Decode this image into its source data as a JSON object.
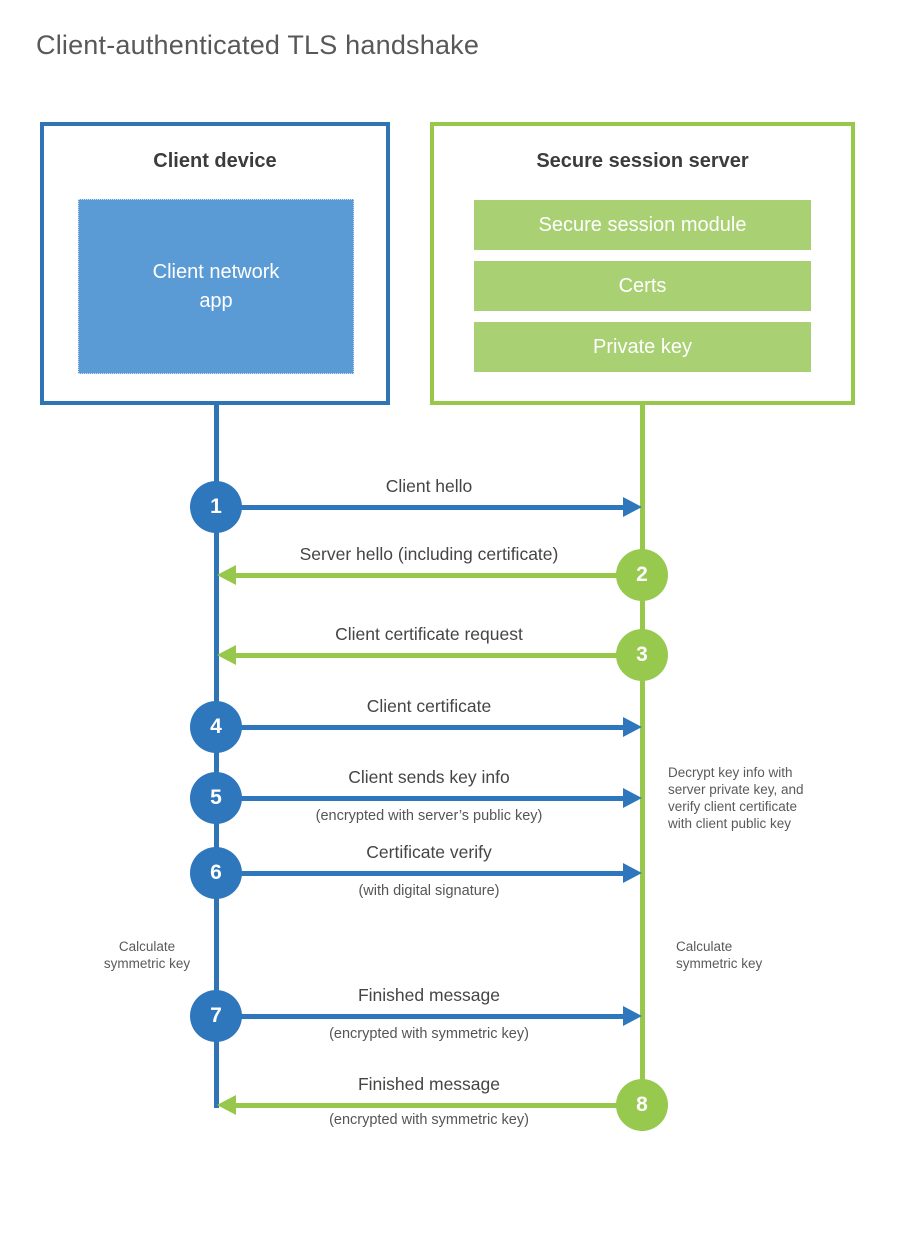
{
  "title": "Client-authenticated TLS handshake",
  "client_box": {
    "title": "Client device",
    "app_lines": [
      "Client network",
      "app"
    ]
  },
  "server_box": {
    "title": "Secure session server",
    "modules": [
      "Secure session module",
      "Certs",
      "Private key"
    ]
  },
  "messages": [
    {
      "num": "1",
      "label": "Client hello",
      "sub": "",
      "direction": "right",
      "color": "blue"
    },
    {
      "num": "2",
      "label": "Server hello (including certificate)",
      "sub": "",
      "direction": "left",
      "color": "green"
    },
    {
      "num": "3",
      "label": "Client certificate request",
      "sub": "",
      "direction": "left",
      "color": "green"
    },
    {
      "num": "4",
      "label": "Client certificate",
      "sub": "",
      "direction": "right",
      "color": "blue"
    },
    {
      "num": "5",
      "label": "Client sends key info",
      "sub": "(encrypted with server’s public key)",
      "direction": "right",
      "color": "blue"
    },
    {
      "num": "6",
      "label": "Certificate verify",
      "sub": "(with digital signature)",
      "direction": "right",
      "color": "blue"
    },
    {
      "num": "7",
      "label": "Finished message",
      "sub": "(encrypted with symmetric key)",
      "direction": "right",
      "color": "blue"
    },
    {
      "num": "8",
      "label": "Finished message",
      "sub": "(encrypted with symmetric key)",
      "direction": "left",
      "color": "green"
    }
  ],
  "annotations": {
    "decrypt_lines": [
      "Decrypt key info with",
      "server private key, and",
      "verify client certificate",
      "with client public key"
    ],
    "calc_left_lines": [
      "Calculate",
      "symmetric key"
    ],
    "calc_right_lines": [
      "Calculate",
      "symmetric key"
    ]
  },
  "colors": {
    "blue_stroke": "#2e77bd",
    "blue_fill": "#5b9bd5",
    "green_stroke": "#97c84b",
    "green_fill": "#a9d173",
    "text_dark": "#3c3c3c",
    "text_gray": "#555555"
  }
}
